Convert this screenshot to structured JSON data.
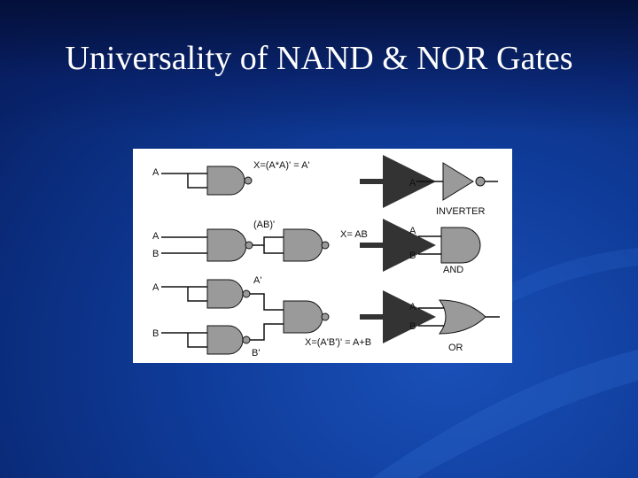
{
  "slide": {
    "title": "Universality of NAND & NOR Gates"
  },
  "diagram": {
    "inputs": {
      "a": "A",
      "b": "B"
    },
    "expressions": {
      "inverter_expr": "X=(A*A)' = A'",
      "ab_label": "(AB)'",
      "and_expr": "X= AB",
      "a_prime": "A'",
      "b_prime": "B'",
      "or_expr": "X=(A'B')' = A+B"
    },
    "gate_names": {
      "inverter": "INVERTER",
      "and": "AND",
      "or": "OR"
    },
    "colors": {
      "gate_fill": "#9a9a9a",
      "arrow": "#333333"
    }
  }
}
